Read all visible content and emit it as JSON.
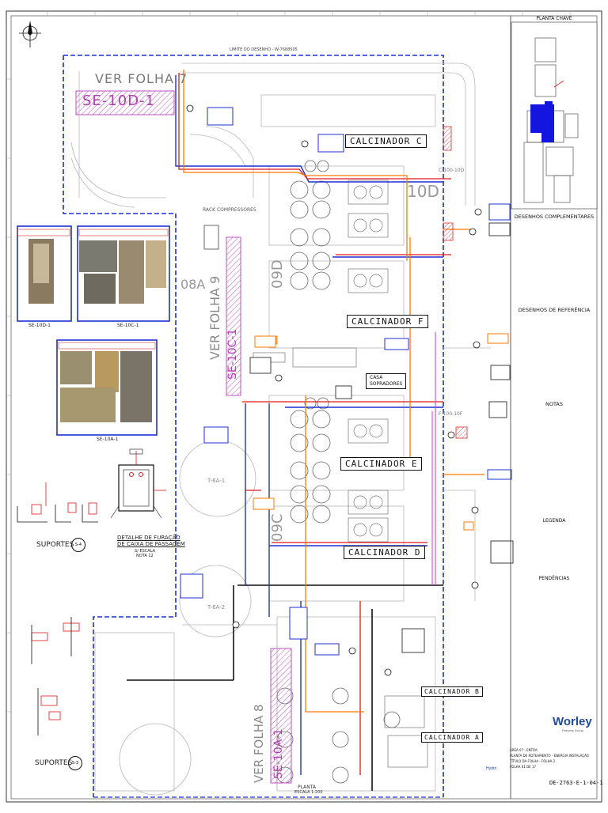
{
  "drawing": {
    "see_sheet_top": "VER FOLHA 7",
    "see_sheet_mid": "VER FOLHA 9",
    "see_sheet_bottom": "VER FOLHA 8",
    "substation_top": "SE-10D-1",
    "substation_mid": "SE-10C-1",
    "substation_bottom": "SE-10A-1",
    "calciner_c": "CALCINADOR C",
    "calciner_f": "CALCINADOR F",
    "calciner_e": "CALCINADOR E",
    "calciner_d": "CALCINADOR D",
    "calciner_b": "CALCINADOR B",
    "calciner_a": "CALCINADOR A",
    "blower_house_line1": "CASA",
    "blower_house_line2": "SOPRADORES",
    "tag_09d": "09D",
    "tag_09c": "09C",
    "tag_10d": "10D",
    "tag_08a": "08A",
    "tag_t6a1": "T-6A-1",
    "tag_t6a2": "T-6A-2",
    "tag_c100_10d": "C-100-10D",
    "tag_f100_10f": "F-100-10F",
    "detail_title_line1": "DETALHE DE FURAÇÃO",
    "detail_title_line2": "DE CAIXA DE PASSAGEM",
    "detail_scale": "S/ ESCALA",
    "detail_note": "NOTA 12",
    "supports_1": "SUPORTES",
    "supports_1_tag": "S-4",
    "supports_2": "SUPORTES",
    "supports_2_tag": "S-3",
    "photo_cap_1": "SE-10D-1",
    "photo_cap_2": "SE-10C-1",
    "photo_cap_3": "SE-10A-1",
    "plan_title": "PLANTA",
    "plan_scale": "ESCALA 1:200",
    "top_note": "LIMITE DO DESENHO - W-7688505",
    "rack_note": "RACK COMPRESSORES"
  },
  "titleblock": {
    "key_plan": "PLANTA CHAVE",
    "complementary": "DESENHOS COMPLEMENTARES",
    "reference": "DESENHOS DE REFERÊNCIA",
    "notes": "NOTAS",
    "legend": "LEGENDA",
    "pending": "PENDÊNCIAS",
    "company": "Worley",
    "company_sub": "Parsons Group",
    "client": "Hydro",
    "project_line1": "ÁREA 07 - ENTRA",
    "project_line2": "PLANTA DE ROTEAMENTO - ENERGIA INSTALAÇÃO",
    "project_line3": "TÍTULO DA FOLHA - FOLHA 2",
    "drawing_number": "DE-2763-E-1-04-1",
    "sheet_no": "FOLHA 01 DE 17"
  },
  "colors": {
    "blue_border": "#1f2fd6",
    "red": "#e01818",
    "orange": "#ff7a00",
    "magenta": "#d046d0",
    "key_plan_fill": "#1515e0"
  }
}
